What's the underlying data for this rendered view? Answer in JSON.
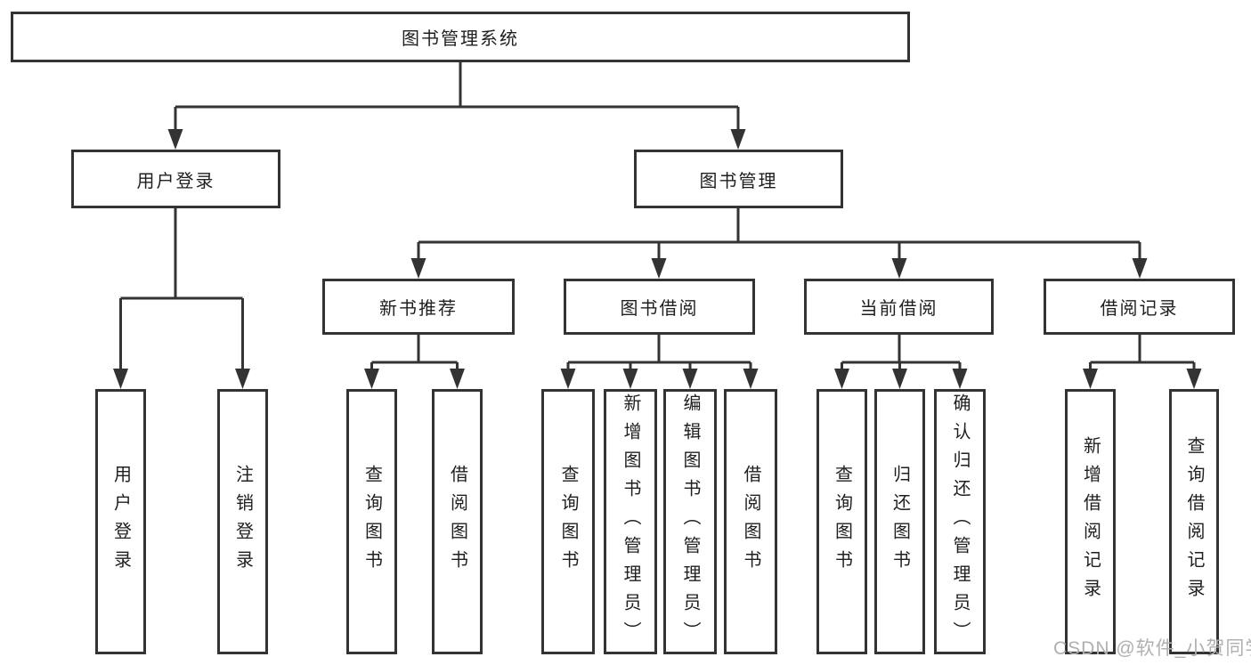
{
  "diagram": {
    "root_label": "图书管理系统",
    "branches": [
      {
        "label": "用户登录",
        "leaves": [
          "用户登录",
          "注销登录"
        ]
      },
      {
        "label": "图书管理",
        "groups": [
          {
            "label": "新书推荐",
            "leaves": [
              "查询图书",
              "借阅图书"
            ]
          },
          {
            "label": "图书借阅",
            "leaves": [
              "查询图书",
              "新增图书（管理员）",
              "编辑图书（管理员）",
              "借阅图书"
            ]
          },
          {
            "label": "当前借阅",
            "leaves": [
              "查询图书",
              "归还图书",
              "确认归还（管理员）"
            ]
          },
          {
            "label": "借阅记录",
            "leaves": [
              "新增借阅记录",
              "查询借阅记录"
            ]
          }
        ]
      }
    ]
  },
  "watermark": {
    "text": "CSDN @软件_小贺同学"
  },
  "colors": {
    "line": "#333333",
    "text": "#1f1f1f",
    "watermark": "#b0b0b0",
    "background": "#ffffff"
  }
}
